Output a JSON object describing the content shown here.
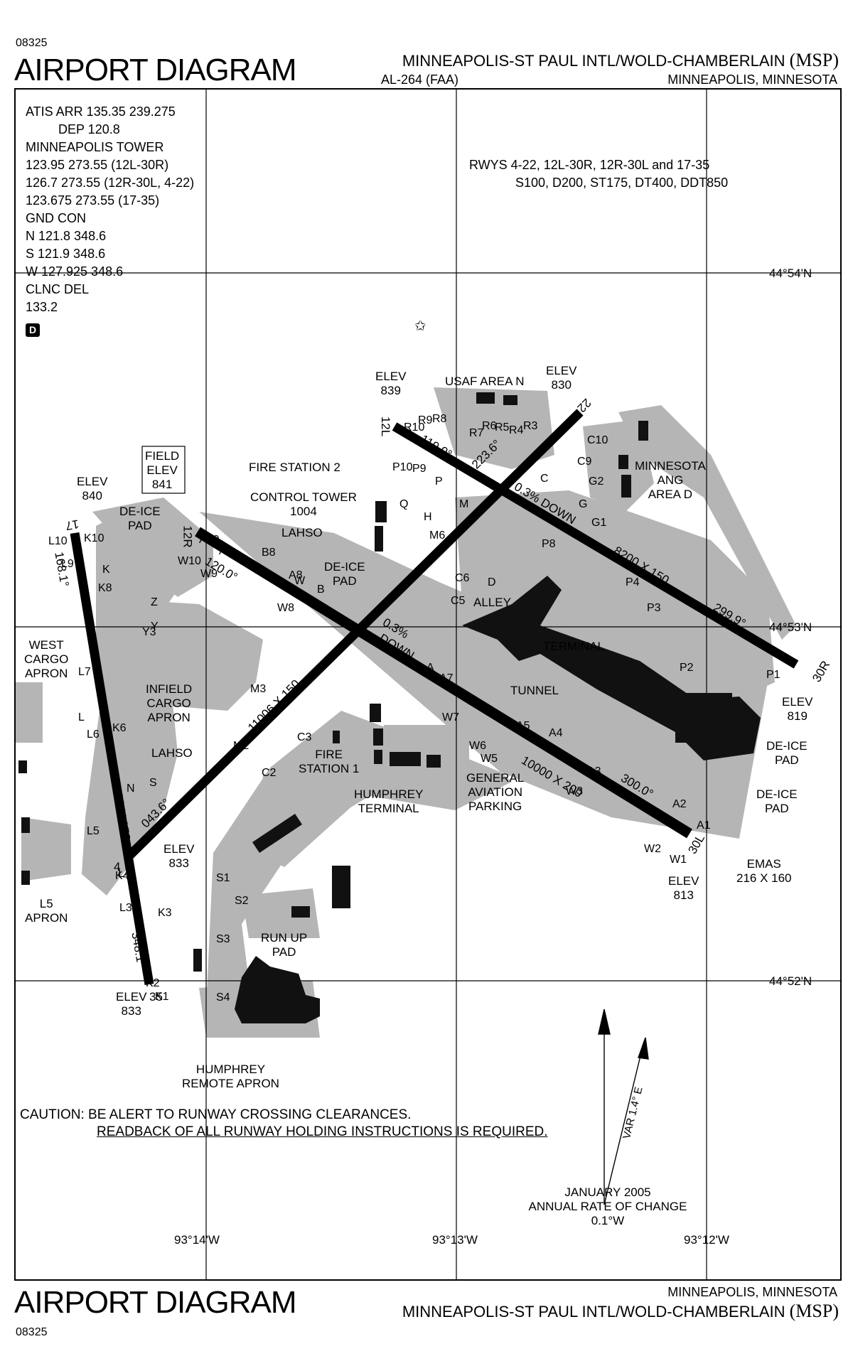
{
  "header": {
    "chart_number": "08325",
    "title": "AIRPORT DIAGRAM",
    "airport_name": "MINNEAPOLIS-ST PAUL INTL/WOLD-CHAMBERLAIN",
    "airport_id": "(MSP)",
    "procedure_id": "AL-264 (FAA)",
    "city_state": "MINNEAPOLIS, MINNESOTA"
  },
  "frequencies": {
    "lines": [
      "ATIS ARR 135.35  239.275",
      "DEP 120.8",
      "MINNEAPOLIS TOWER",
      "123.95  273.55 (12L-30R)",
      "126.7  273.55 (12R-30L, 4-22)",
      "123.675  273.55 (17-35)",
      "GND CON",
      "N 121.8 348.6",
      "S 121.9 348.6",
      "W 127.925  348.6",
      "CLNC DEL",
      "133.2"
    ],
    "d_badge": "D"
  },
  "runway_info": {
    "line1": "RWYS  4-22, 12L-30R, 12R-30L and 17-35",
    "line2": "S100, D200, ST175, DT400, DDT850"
  },
  "coordinates": {
    "lat_north": "44°54'N",
    "lat_mid": "44°53'N",
    "lat_south": "44°52'N",
    "lon_west": "93°14'W",
    "lon_mid": "93°13'W",
    "lon_east": "93°12'W"
  },
  "labels": {
    "field_elev": [
      "FIELD",
      "ELEV",
      "841"
    ],
    "elev_840": [
      "ELEV",
      "840"
    ],
    "elev_839": [
      "ELEV",
      "839"
    ],
    "elev_830": [
      "ELEV",
      "830"
    ],
    "elev_819": [
      "ELEV",
      "819"
    ],
    "elev_813": [
      "ELEV",
      "813"
    ],
    "elev_833_a": [
      "ELEV",
      "833"
    ],
    "elev_833_b": [
      "ELEV",
      "833"
    ],
    "usaf_area": "USAF AREA N",
    "ang_area": [
      "MINNESOTA",
      "ANG",
      "AREA D"
    ],
    "fire_station_2": "FIRE STATION 2",
    "control_tower": [
      "CONTROL TOWER",
      "1004"
    ],
    "lahso_1": "LAHSO",
    "lahso_2": "LAHSO",
    "deice_pad_1": [
      "DE-ICE",
      "PAD"
    ],
    "deice_pad_2": [
      "DE-ICE",
      "PAD"
    ],
    "deice_pad_3": [
      "DE-ICE",
      "PAD"
    ],
    "deice_pad_4": [
      "DE-ICE",
      "PAD"
    ],
    "alley": "ALLEY",
    "terminal": "TERMINAL",
    "tunnel": "TUNNEL",
    "west_cargo": [
      "WEST",
      "CARGO",
      "APRON"
    ],
    "infield_cargo": [
      "INFIELD",
      "CARGO",
      "APRON"
    ],
    "fire_station_1": [
      "FIRE",
      "STATION 1"
    ],
    "humphrey_terminal": [
      "HUMPHREY",
      "TERMINAL"
    ],
    "ga_parking": [
      "GENERAL",
      "AVIATION",
      "PARKING"
    ],
    "emas": [
      "EMAS",
      "216 X 160"
    ],
    "l5_apron": [
      "L5",
      "APRON"
    ],
    "run_up_pad": [
      "RUN UP",
      "PAD"
    ],
    "humphrey_remote": [
      "HUMPHREY",
      "REMOTE APRON"
    ],
    "rwy_12r_30l_dims": "10000 X 200",
    "rwy_12l_30r_dims": "8200 X 150",
    "rwy_4_22_dims": "11006 X 150",
    "rwy_17_35_dims": "Z8000 X 150",
    "gradient_1": "0.3% DOWN",
    "gradient_2": "0.3%",
    "gradient_2b": "DOWN",
    "hdg_119": "119.9°",
    "hdg_223": "223.6°",
    "hdg_299": "299.9°",
    "hdg_120": "120.0°",
    "hdg_300": "300.0°",
    "hdg_168": "168.1°",
    "hdg_043": "043.6°",
    "hdg_348": "348.1°",
    "rwy_end_12l": "12L",
    "rwy_end_30r": "30R",
    "rwy_end_12r": "12R",
    "rwy_end_30l": "30L",
    "rwy_end_22": "22",
    "rwy_end_4": "4",
    "rwy_end_17": "17",
    "rwy_end_35": "35"
  },
  "taxiways": [
    {
      "t": "R10"
    },
    {
      "t": "R9"
    },
    {
      "t": "R8"
    },
    {
      "t": "R7"
    },
    {
      "t": "R6"
    },
    {
      "t": "R5"
    },
    {
      "t": "R4"
    },
    {
      "t": "R3"
    },
    {
      "t": "P10"
    },
    {
      "t": "P9"
    },
    {
      "t": "P"
    },
    {
      "t": "Q"
    },
    {
      "t": "H"
    },
    {
      "t": "M"
    },
    {
      "t": "M6"
    },
    {
      "t": "C10"
    },
    {
      "t": "C9"
    },
    {
      "t": "C"
    },
    {
      "t": "G2"
    },
    {
      "t": "G"
    },
    {
      "t": "G1"
    },
    {
      "t": "P8"
    },
    {
      "t": "C6"
    },
    {
      "t": "C5"
    },
    {
      "t": "D"
    },
    {
      "t": "P4"
    },
    {
      "t": "P3"
    },
    {
      "t": "P2"
    },
    {
      "t": "P1"
    },
    {
      "t": "A10"
    },
    {
      "t": "W10"
    },
    {
      "t": "A9"
    },
    {
      "t": "W9"
    },
    {
      "t": "B8"
    },
    {
      "t": "A8"
    },
    {
      "t": "W8"
    },
    {
      "t": "W"
    },
    {
      "t": "B"
    },
    {
      "t": "A"
    },
    {
      "t": "A7"
    },
    {
      "t": "W7"
    },
    {
      "t": "A5"
    },
    {
      "t": "A4"
    },
    {
      "t": "W6"
    },
    {
      "t": "W5"
    },
    {
      "t": "A3"
    },
    {
      "t": "W3"
    },
    {
      "t": "A2"
    },
    {
      "t": "W2"
    },
    {
      "t": "W1"
    },
    {
      "t": "A1"
    },
    {
      "t": "M3"
    },
    {
      "t": "M2"
    },
    {
      "t": "C3"
    },
    {
      "t": "C2"
    },
    {
      "t": "K"
    },
    {
      "t": "K10"
    },
    {
      "t": "K8"
    },
    {
      "t": "K6"
    },
    {
      "t": "K4"
    },
    {
      "t": "K3"
    },
    {
      "t": "K2"
    },
    {
      "t": "K1"
    },
    {
      "t": "L10"
    },
    {
      "t": "L9"
    },
    {
      "t": "L"
    },
    {
      "t": "L7"
    },
    {
      "t": "L6"
    },
    {
      "t": "L5"
    },
    {
      "t": "L4"
    },
    {
      "t": "L3"
    },
    {
      "t": "Z"
    },
    {
      "t": "Y"
    },
    {
      "t": "Y3"
    },
    {
      "t": "N"
    },
    {
      "t": "S"
    },
    {
      "t": "S1"
    },
    {
      "t": "S2"
    },
    {
      "t": "S3"
    },
    {
      "t": "S4"
    }
  ],
  "caution": {
    "line1": "CAUTION: BE ALERT TO RUNWAY CROSSING CLEARANCES.",
    "line2": "READBACK OF ALL RUNWAY HOLDING INSTRUCTIONS IS REQUIRED."
  },
  "magnetic": {
    "var": "VAR 1.4° E",
    "date": "JANUARY 2005",
    "rate_label": "ANNUAL RATE OF CHANGE",
    "rate": "0.1°W"
  },
  "footer": {
    "title": "AIRPORT DIAGRAM",
    "city_state": "MINNEAPOLIS, MINNESOTA",
    "airport_name": "MINNEAPOLIS-ST PAUL INTL/WOLD-CHAMBERLAIN",
    "airport_id": "(MSP)",
    "chart_number": "08325"
  }
}
